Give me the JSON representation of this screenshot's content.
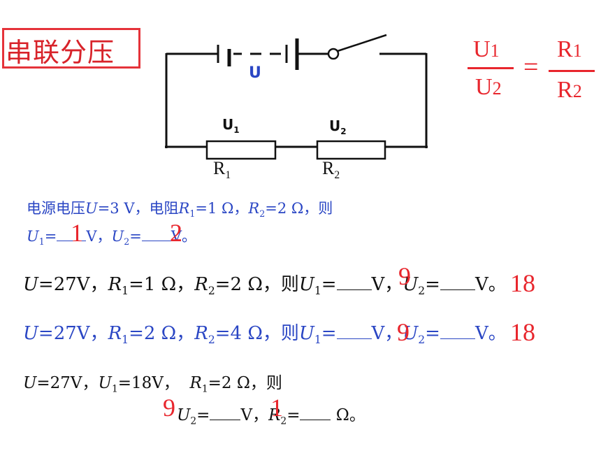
{
  "title": "串联分压",
  "circuit": {
    "battery_label": "U",
    "voltage_label_1": "U1",
    "voltage_label_2": "U2",
    "resistor_label_1": "R1",
    "resistor_label_2": "R2"
  },
  "formula": {
    "num_left": "U1",
    "den_left": "U2",
    "equals": "=",
    "num_right": "R1",
    "den_right": "R2"
  },
  "problems": {
    "p1_line1": {
      "a": "电源电压",
      "b": "U",
      "c": "=3 V，电阻",
      "d": "R",
      "e": "1",
      "f": "=1 Ω，",
      "g": "R",
      "h": "2",
      "i": "=2 Ω，则"
    },
    "p1_line2": {
      "a": "U",
      "b": "1",
      "c": "=",
      "d": "V，",
      "e": "U",
      "f": "2",
      "g": "=",
      "h": "V。"
    },
    "p1_answers": [
      "1",
      "2"
    ],
    "p2": {
      "a": "U",
      "b": "=27V，",
      "c": "R",
      "d": "1",
      "e": "=1 Ω，",
      "f": "R",
      "g": "2",
      "h": "=2 Ω，则",
      "i": "U",
      "j": "1",
      "k": "=",
      "l": "V，",
      "m": "U",
      "n": "2",
      "o": "=",
      "p": "V。"
    },
    "p2_answers": [
      "9",
      "18"
    ],
    "p3": {
      "a": "U",
      "b": "=27V，",
      "c": "R",
      "d": "1",
      "e": "=2 Ω，",
      "f": "R",
      "g": "2",
      "h": "=4 Ω，则",
      "i": "U",
      "j": "1",
      "k": "=",
      "l": "V，",
      "m": "U",
      "n": "2",
      "o": "=",
      "p": "V。"
    },
    "p3_answers": [
      "9",
      "18"
    ],
    "p4_line1": {
      "a": "U",
      "b": "=27V，",
      "c": "U",
      "d": "1",
      "e": "=18V，",
      "f": "R",
      "g": "1",
      "h": "=2 Ω，则"
    },
    "p4_line2": {
      "a": "U",
      "b": "2",
      "c": "=",
      "d": "V，",
      "e": "R",
      "f": "2",
      "g": "=",
      "h": "Ω。"
    },
    "p4_answers": [
      "9",
      "1"
    ]
  },
  "colors": {
    "red": "#e8262d",
    "blue": "#2a46c4",
    "black": "#111111",
    "box_border": "#e5333a"
  }
}
